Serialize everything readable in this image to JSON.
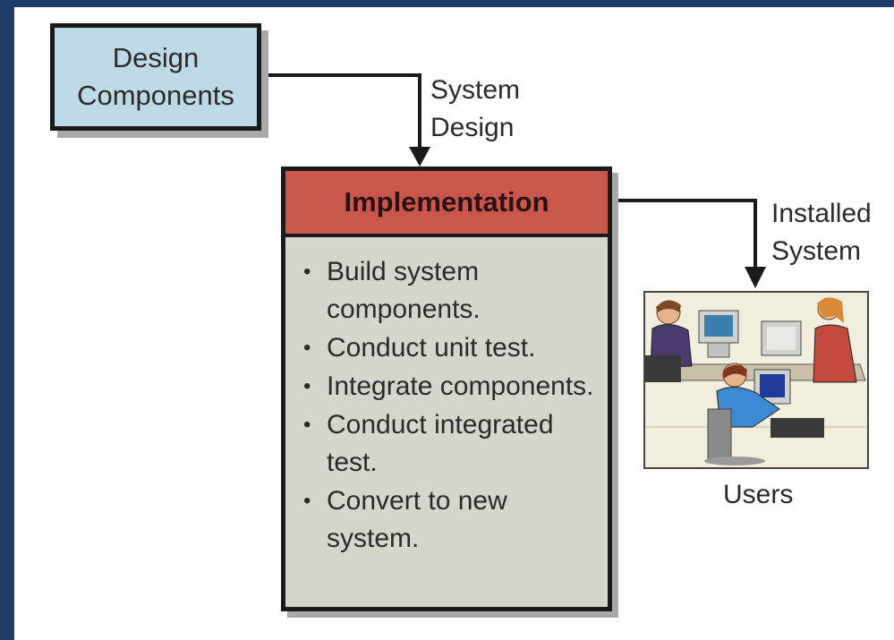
{
  "design_components": {
    "line1": "Design",
    "line2": "Components"
  },
  "system_design_label": {
    "line1": "System",
    "line2": "Design"
  },
  "implementation": {
    "title": "Implementation",
    "items": [
      {
        "bullet": "•",
        "text": "Build system components."
      },
      {
        "bullet": "•",
        "text": "Conduct unit test."
      },
      {
        "bullet": "•",
        "text": "Integrate components."
      },
      {
        "bullet": "•",
        "text": "Conduct integrated test."
      },
      {
        "bullet": "•",
        "text": "Convert to new system."
      }
    ]
  },
  "installed_system_label": {
    "line1": "Installed",
    "line2": "System"
  },
  "users": {
    "label": "Users"
  },
  "colors": {
    "design_box": "#bcd9e8",
    "implementation_header": "#c9584a",
    "implementation_body": "#d6d5cc",
    "frame": "#1f3d6b"
  }
}
